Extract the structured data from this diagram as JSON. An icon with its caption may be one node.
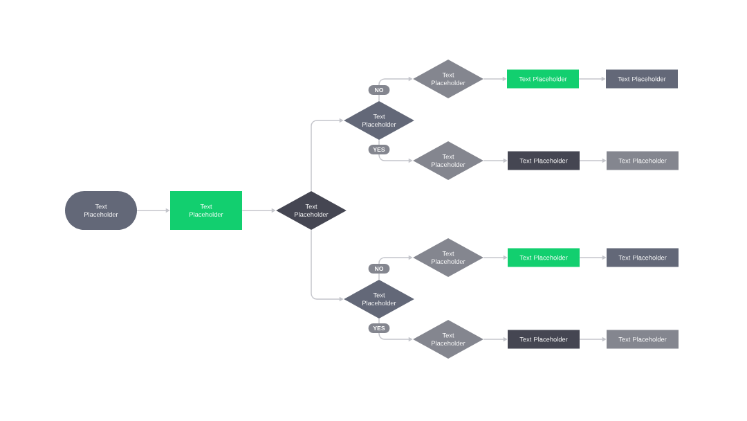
{
  "diagram": {
    "nodes": [
      {
        "text": [
          "Text Placeholder"
        ]
      },
      {
        "text": [
          "Text Placeholder"
        ]
      },
      {
        "text": [
          "Text Placeholder"
        ]
      },
      {
        "text": [
          "Text Placeholder"
        ]
      },
      {
        "text": [
          "Text Placeholder"
        ]
      },
      {
        "text": [
          "Text Placeholder"
        ]
      },
      {
        "text": [
          "Text Placeholder"
        ]
      },
      {
        "text": [
          "Text Placeholder"
        ]
      },
      {
        "text": [
          "Text Placeholder"
        ]
      },
      {
        "text": [
          "Text Placeholder"
        ]
      },
      {
        "text": [
          "Text Placeholder"
        ]
      },
      {
        "text": [
          "Text Placeholder"
        ]
      },
      {
        "text": [
          "Text Placeholder"
        ]
      },
      {
        "text": [
          "Text Placeholder"
        ]
      },
      {
        "text": [
          "Text Placeholder"
        ]
      },
      {
        "text": [
          "Text Placeholder"
        ]
      },
      {
        "text": [
          "Text Placeholder"
        ]
      }
    ],
    "edges": [
      {
        "from": 0,
        "to": 1,
        "arrow": "to"
      },
      {
        "from": 1,
        "to": 2,
        "arrow": "to"
      },
      {
        "from": 2,
        "to": 3,
        "arrow": "to"
      },
      {
        "from": 2,
        "to": 10,
        "arrow": "to"
      },
      {
        "from": 3,
        "to": 4,
        "arrow": "to",
        "label": "NO"
      },
      {
        "from": 3,
        "to": 7,
        "arrow": "to",
        "label": "YES"
      },
      {
        "from": 4,
        "to": 5,
        "arrow": "to"
      },
      {
        "from": 5,
        "to": 6,
        "arrow": "to"
      },
      {
        "from": 7,
        "to": 8,
        "arrow": "to"
      },
      {
        "from": 8,
        "to": 9,
        "arrow": "to"
      },
      {
        "from": 10,
        "to": 11,
        "arrow": "to",
        "label": "NO"
      },
      {
        "from": 10,
        "to": 14,
        "arrow": "to",
        "label": "YES"
      },
      {
        "from": 11,
        "to": 12,
        "arrow": "to"
      },
      {
        "from": 12,
        "to": 13,
        "arrow": "to"
      },
      {
        "from": 14,
        "to": 15,
        "arrow": "to"
      },
      {
        "from": 15,
        "to": 16,
        "arrow": "to"
      }
    ]
  }
}
